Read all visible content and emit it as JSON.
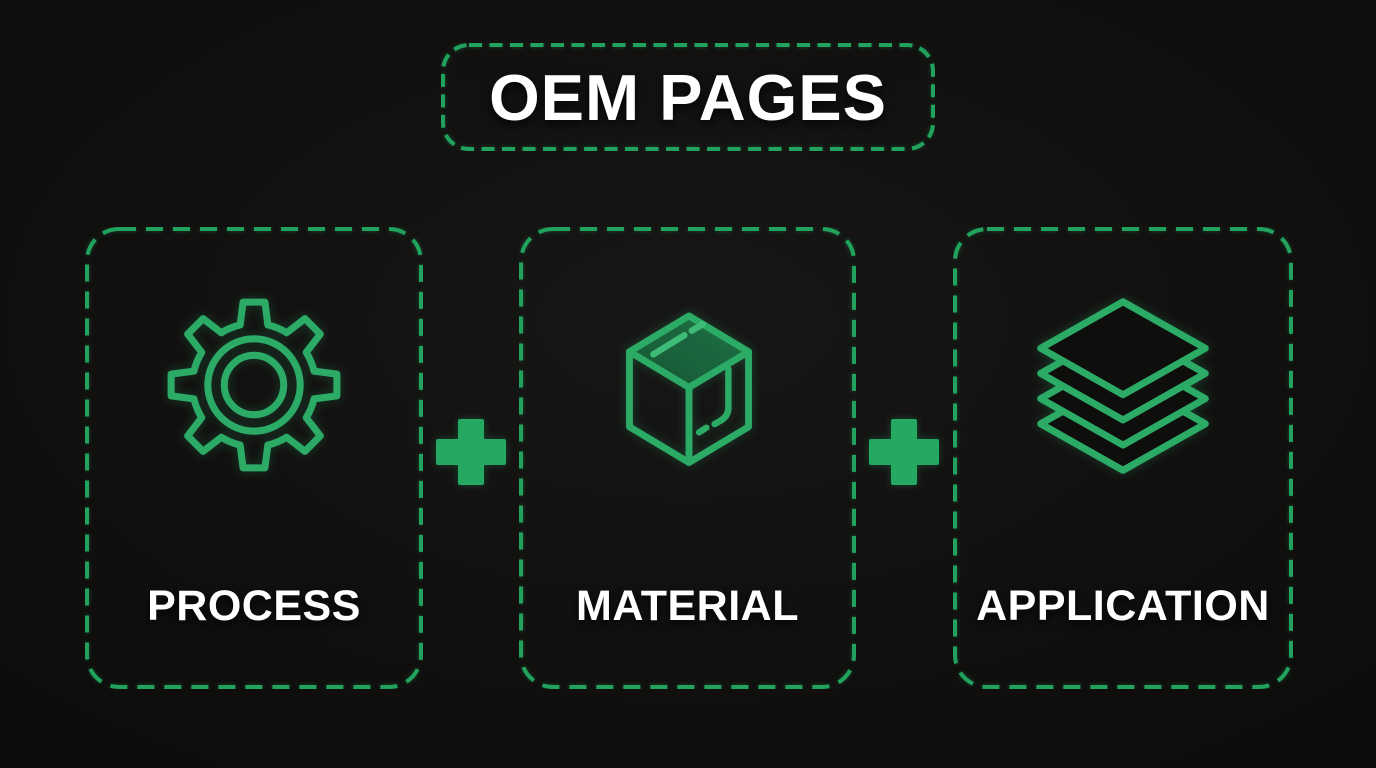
{
  "title": {
    "label": "OEM PAGES"
  },
  "separator": {
    "symbol": "+"
  },
  "cards": [
    {
      "id": "process",
      "label": "PROCESS",
      "icon": "gear-icon"
    },
    {
      "id": "material",
      "label": "MATERIAL",
      "icon": "cube-icon"
    },
    {
      "id": "application",
      "label": "APPLICATION",
      "icon": "layers-icon"
    }
  ],
  "colors": {
    "background": "#0e0e0d",
    "border_green": "#21a35d",
    "icon_green": "#2bab66",
    "icon_green_bright": "#3dbb77",
    "plus_green": "#25a862",
    "cube_face_fill": "#175e38",
    "label_text": "#ffffff",
    "layer_occlusion": "#0e0e0d"
  }
}
